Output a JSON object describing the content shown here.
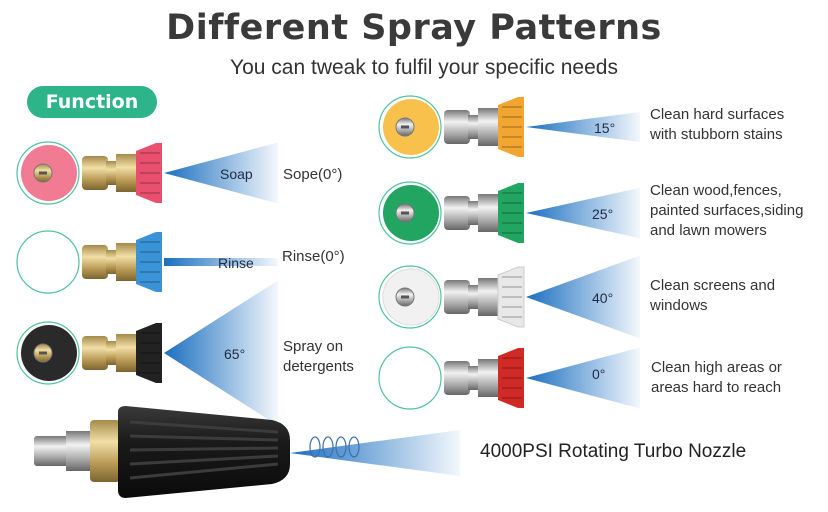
{
  "header": {
    "title": "Different Spray Patterns",
    "subtitle": "You can tweak to fulfil your specific needs"
  },
  "section_label": "Function",
  "left_nozzles": [
    {
      "tip_label": "Soap",
      "description": "Sope(0°)",
      "color": "#e8506e",
      "face": "#f07b92",
      "spray_angle_deg": 0,
      "spray": "cone"
    },
    {
      "tip_label": "Rinse",
      "description": "Rinse(0°)",
      "color": "#3a93d6",
      "face": "none",
      "spray_angle_deg": 0,
      "spray": "jet"
    },
    {
      "tip_label": "65°",
      "description": "Spray on detergents",
      "color": "#222222",
      "face": "#2a2a2a",
      "spray_angle_deg": 65,
      "spray": "cone"
    }
  ],
  "right_nozzles": [
    {
      "tip_label": "15°",
      "description": "Clean hard surfaces with stubborn stains",
      "color": "#f2a531",
      "face": "#f8c14c",
      "spray_angle_deg": 15
    },
    {
      "tip_label": "25°",
      "description": "Clean wood,fences, painted surfaces,siding and lawn mowers",
      "color": "#22a561",
      "face": "#22a561",
      "spray_angle_deg": 25
    },
    {
      "tip_label": "40°",
      "description": "Clean screens and windows",
      "color": "#e8e8e8",
      "face": "#f1f1f1",
      "spray_angle_deg": 40
    },
    {
      "tip_label": "0°",
      "description": "Clean high areas or areas hard to reach",
      "color": "#cf2a26",
      "face": "none",
      "spray_angle_deg": 0
    }
  ],
  "turbo": {
    "label": "4000PSI Rotating Turbo Nozzle"
  }
}
